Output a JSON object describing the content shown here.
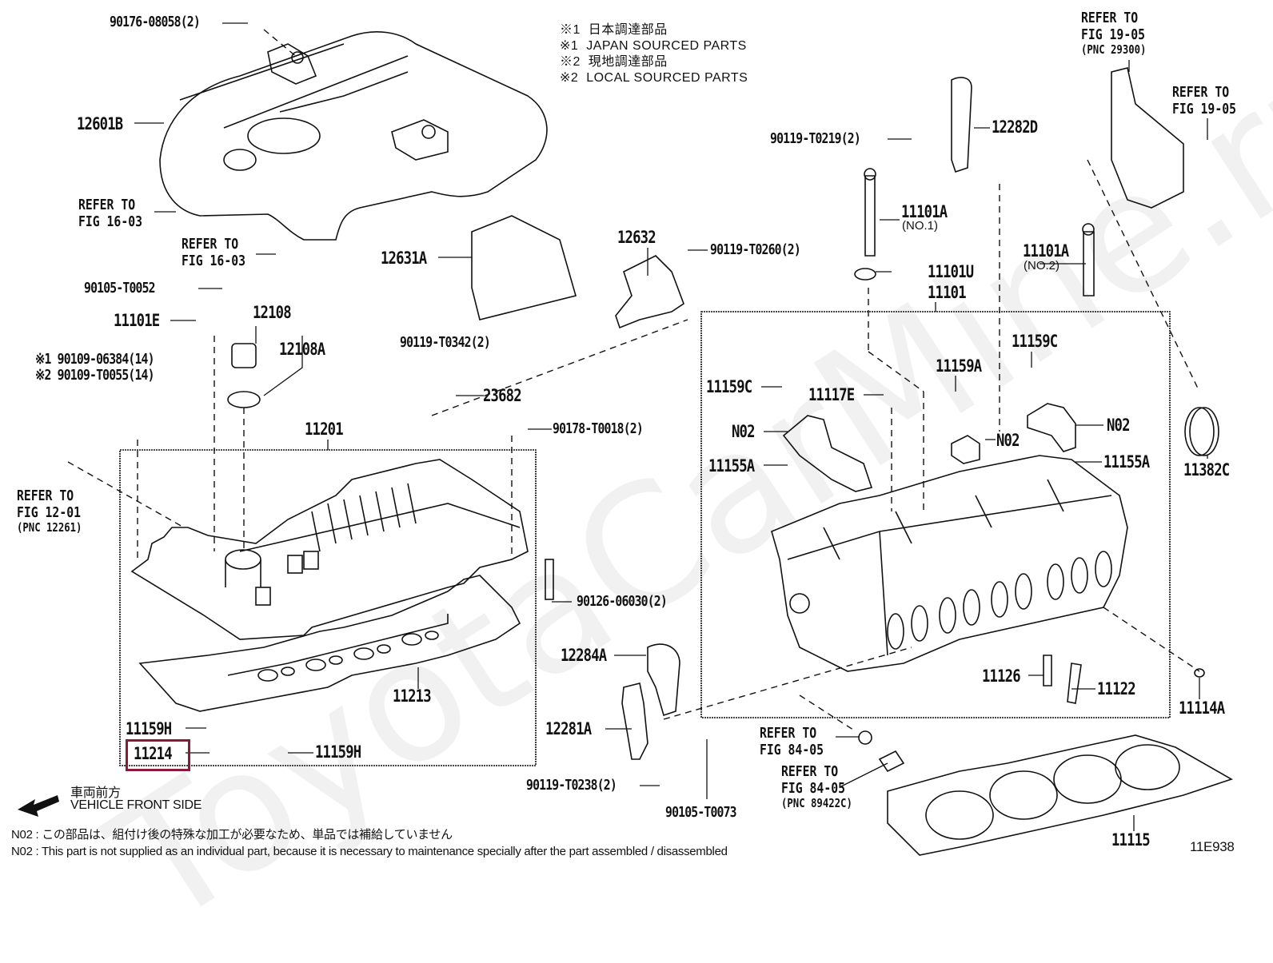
{
  "diagram": {
    "figure_id": "11E938",
    "highlighted_part": "11214",
    "watermark": "ToyotaCarMine.ru",
    "legend": [
      {
        "mark": "※1",
        "text": "日本調達部品"
      },
      {
        "mark": "※1",
        "text": "JAPAN SOURCED PARTS"
      },
      {
        "mark": "※2",
        "text": "現地調達部品"
      },
      {
        "mark": "※2",
        "text": "LOCAL SOURCED PARTS"
      }
    ],
    "direction": {
      "jp": "車両前方",
      "en": "VEHICLE FRONT SIDE"
    },
    "footnotes": [
      "N02 : この部品は、組付け後の特殊な加工が必要なため、単品では補給していません",
      "N02 : This part is not supplied as an individual part, because it is necessary to maintenance specially after the part assembled / disassembled"
    ],
    "parts": {
      "p90176": "90176-08058(2)",
      "p12601B": "12601B",
      "ref16a1": "REFER TO",
      "ref16a2": "FIG 16-03",
      "ref16b1": "REFER TO",
      "ref16b2": "FIG 16-03",
      "p90105a": "90105-T0052",
      "p11101E": "11101E",
      "p12108": "12108",
      "p12108A": "12108A",
      "p90109a": "※1 90109-06384(14)",
      "p90109b": "※2 90109-T0055(14)",
      "ref12_1": "REFER TO",
      "ref12_2": "FIG 12-01",
      "ref12_3": "(PNC 12261)",
      "p11201": "11201",
      "p11213": "11213",
      "p11159H_a": "11159H",
      "p11214": "11214",
      "p11159H_b": "11159H",
      "p12631A": "12631A",
      "p90119_342": "90119-T0342(2)",
      "p12632": "12632",
      "p90119_260": "90119-T0260(2)",
      "p23682": "23682",
      "p90178": "90178-T0018(2)",
      "p90126": "90126-06030(2)",
      "p12284A": "12284A",
      "p12281A": "12281A",
      "p90119_238": "90119-T0238(2)",
      "p90105b": "90105-T0073",
      "ref84a1": "REFER TO",
      "ref84a2": "FIG 84-05",
      "ref84b1": "REFER TO",
      "ref84b2": "FIG 84-05",
      "ref84b3": "(PNC 89422C)",
      "p90119_219": "90119-T0219(2)",
      "p12282D": "12282D",
      "p11101A1": "11101A",
      "p11101A1sub": "(NO.1)",
      "p11101U": "11101U",
      "p11101": "11101",
      "p11101A2": "11101A",
      "p11101A2sub": "(NO.2)",
      "ref19a1": "REFER TO",
      "ref19a2": "FIG 19-05",
      "ref19a3": "(PNC 29300)",
      "ref19b1": "REFER TO",
      "ref19b2": "FIG 19-05",
      "p11159C_a": "11159C",
      "p11117E": "11117E",
      "p11159A": "11159A",
      "p11159C_b": "11159C",
      "n02a": "N02",
      "n02b": "N02",
      "n02c": "N02",
      "p11155A_a": "11155A",
      "p11155A_b": "11155A",
      "p11382C": "11382C",
      "p11126": "11126",
      "p11122": "11122",
      "p11114A": "11114A",
      "p11115": "11115"
    }
  }
}
